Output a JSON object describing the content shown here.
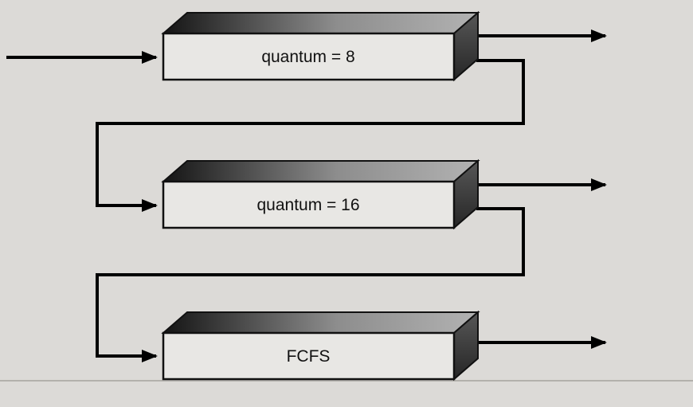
{
  "diagram": {
    "queues": [
      {
        "label": "quantum = 8"
      },
      {
        "label": "quantum = 16"
      },
      {
        "label": "FCFS"
      }
    ],
    "colors": {
      "background": "#dcdad7",
      "box_front": "#e8e7e4",
      "box_top_dark": "#141414",
      "box_top_light": "#b2b2b2",
      "box_side": "#4d4d4d",
      "outline": "#111111",
      "arrow": "#000000",
      "ground_line": "#b3b1ac"
    }
  }
}
